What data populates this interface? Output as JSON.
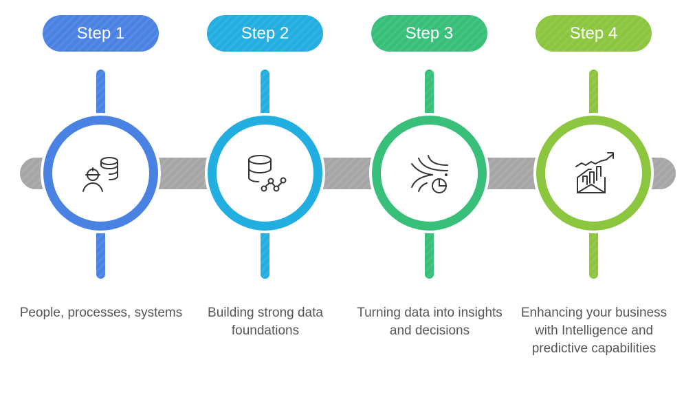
{
  "steps": [
    {
      "label": "Step 1",
      "color": "#4a82e4",
      "icon": "worker-database-icon",
      "description": "People, processes, systems"
    },
    {
      "label": "Step 2",
      "color": "#22aee0",
      "icon": "database-network-icon",
      "description": "Building strong data foundations"
    },
    {
      "label": "Step 3",
      "color": "#38c07a",
      "icon": "data-flow-pie-chart-icon",
      "description": "Turning data into insights and decisions"
    },
    {
      "label": "Step 4",
      "color": "#8cc63f",
      "icon": "growth-chart-envelope-icon",
      "description": "Enhancing your business with Intelligence and predictive capabilities"
    }
  ],
  "track_color": "#a6a6a6"
}
